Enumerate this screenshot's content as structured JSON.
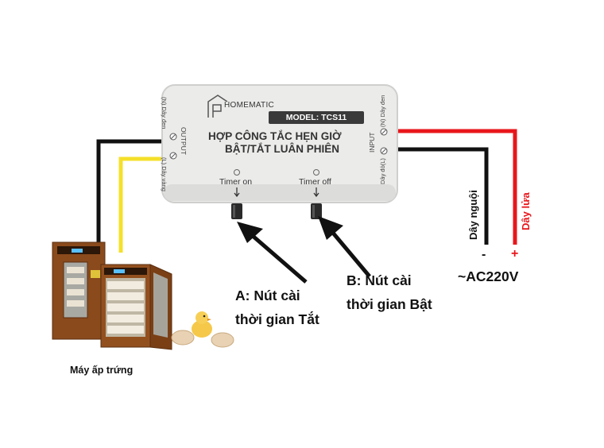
{
  "device": {
    "brand": "HOMEMATIC",
    "model_label": "MODEL: TCS11",
    "title_line1": "HỢP CÔNG TẮC HẸN GIỜ",
    "title_line2": "BẬT/TẮT LUÂN PHIÊN",
    "timer_on_label": "Timer on",
    "timer_off_label": "Timer off",
    "output_label": "OUTPUT",
    "output_wire_n": "(N) Dây đen",
    "output_wire_l": "(L) Dây vàng",
    "input_label": "INPUT",
    "input_wire_n": "(N) Dây đen",
    "input_wire_l": "Dây đỏ(L)"
  },
  "callouts": {
    "a_line1": "A: Nút cài",
    "a_line2": "thời gian Tắt",
    "b_line1": "B: Nút cài",
    "b_line2": "thời gian Bật"
  },
  "power": {
    "neutral_label": "Dây nguội",
    "live_label": "Dây lửa",
    "minus_sign": "-",
    "plus_sign": "+",
    "voltage": "~AC220V"
  },
  "incubator_caption": "Máy ấp trứng",
  "colors": {
    "wire_black": "#111111",
    "wire_yellow": "#f5e02a",
    "wire_red": "#e8161b",
    "box_fill": "#ebecea",
    "incubator_wood": "#8a4a1c"
  }
}
